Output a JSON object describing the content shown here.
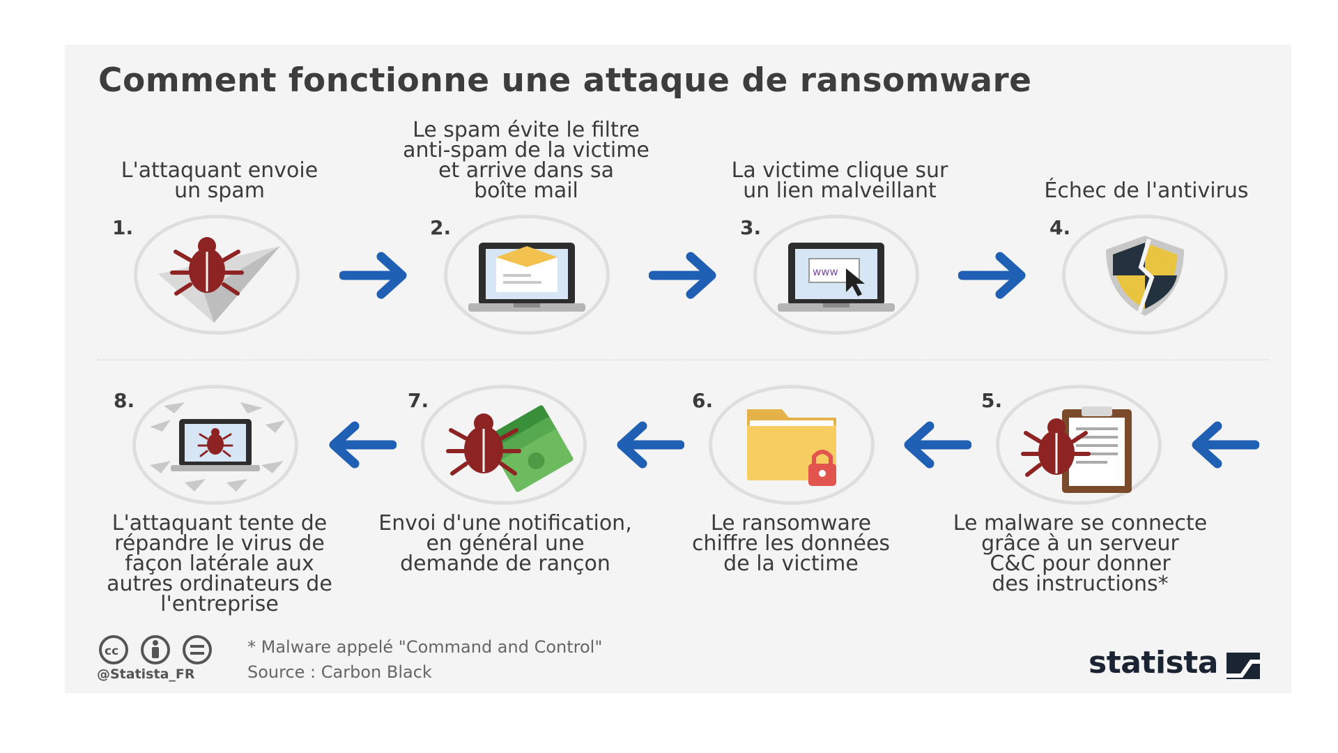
{
  "title": "Comment fonctionne une attaque de ransomware",
  "steps": [
    {
      "num": "1.",
      "caption": "L'attaquant envoie\nun spam",
      "icon": "bug-paper-plane-icon"
    },
    {
      "num": "2.",
      "caption": "Le spam évite le filtre\nanti-spam de la victime\net arrive dans sa\nboîte mail",
      "icon": "laptop-mail-icon"
    },
    {
      "num": "3.",
      "caption": "La victime clique sur\nun lien malveillant",
      "icon": "laptop-link-icon"
    },
    {
      "num": "4.",
      "caption": "Échec de l'antivirus",
      "icon": "broken-shield-icon"
    },
    {
      "num": "5.",
      "caption": "Le malware se connecte\ngrâce à un serveur\nC&C pour donner\ndes instructions*",
      "icon": "bug-clipboard-icon"
    },
    {
      "num": "6.",
      "caption": "Le ransomware\nchiffre les données\nde la victime",
      "icon": "locked-folder-icon"
    },
    {
      "num": "7.",
      "caption": "Envoi d'une notification,\nen général une\ndemande de rançon",
      "icon": "bug-money-icon"
    },
    {
      "num": "8.",
      "caption": "L'attaquant tente de\nrépandre le virus de\nfaçon latérale aux\nautres ordinateurs de\nl'entreprise",
      "icon": "laptop-spread-icon"
    }
  ],
  "footer": {
    "note": "* Malware appelé \"Command and Control\"",
    "source": "Source : Carbon Black",
    "handle": "@Statista_FR",
    "brand": "statista",
    "link_text": "www"
  },
  "colors": {
    "arrow": "#1f5fb4",
    "bug": "#8e2323",
    "background": "#f4f4f4"
  }
}
